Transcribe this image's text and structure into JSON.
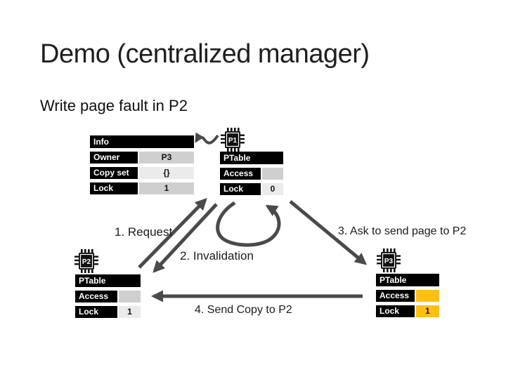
{
  "slide": {
    "title": "Demo (centralized manager)",
    "subtitle": "Write page fault in P2"
  },
  "colors": {
    "background": "#ffffff",
    "table_header_bg": "#000000",
    "table_header_text": "#ffffff",
    "band_dark": "#d0cece",
    "band_light": "#ebebeb",
    "highlight_yellow": "#ffc013",
    "arrow_gray": "#4a4a4a",
    "text": "#1f1f1f"
  },
  "info_table": {
    "header": "Info",
    "rows": [
      {
        "label": "Owner",
        "value": "P3"
      },
      {
        "label": "Copy set",
        "value": "{}"
      },
      {
        "label": "Lock",
        "value": "1"
      }
    ]
  },
  "p1": {
    "chip": "P1",
    "table": {
      "header": "PTable",
      "rows": [
        {
          "label": "Access",
          "value": ""
        },
        {
          "label": "Lock",
          "value": "0"
        }
      ]
    }
  },
  "p2": {
    "chip": "P2",
    "table": {
      "header": "PTable",
      "rows": [
        {
          "label": "Access",
          "value": ""
        },
        {
          "label": "Lock",
          "value": "1"
        }
      ]
    }
  },
  "p3": {
    "chip": "P3",
    "table": {
      "header": "PTable",
      "rows": [
        {
          "label": "Access",
          "value": ""
        },
        {
          "label": "Lock",
          "value": "1"
        }
      ]
    }
  },
  "annotations": {
    "request": "1. Request",
    "invalidation": "2. Invalidation",
    "ask": "3. Ask to send page to P2",
    "send": "4. Send Copy to P2"
  }
}
